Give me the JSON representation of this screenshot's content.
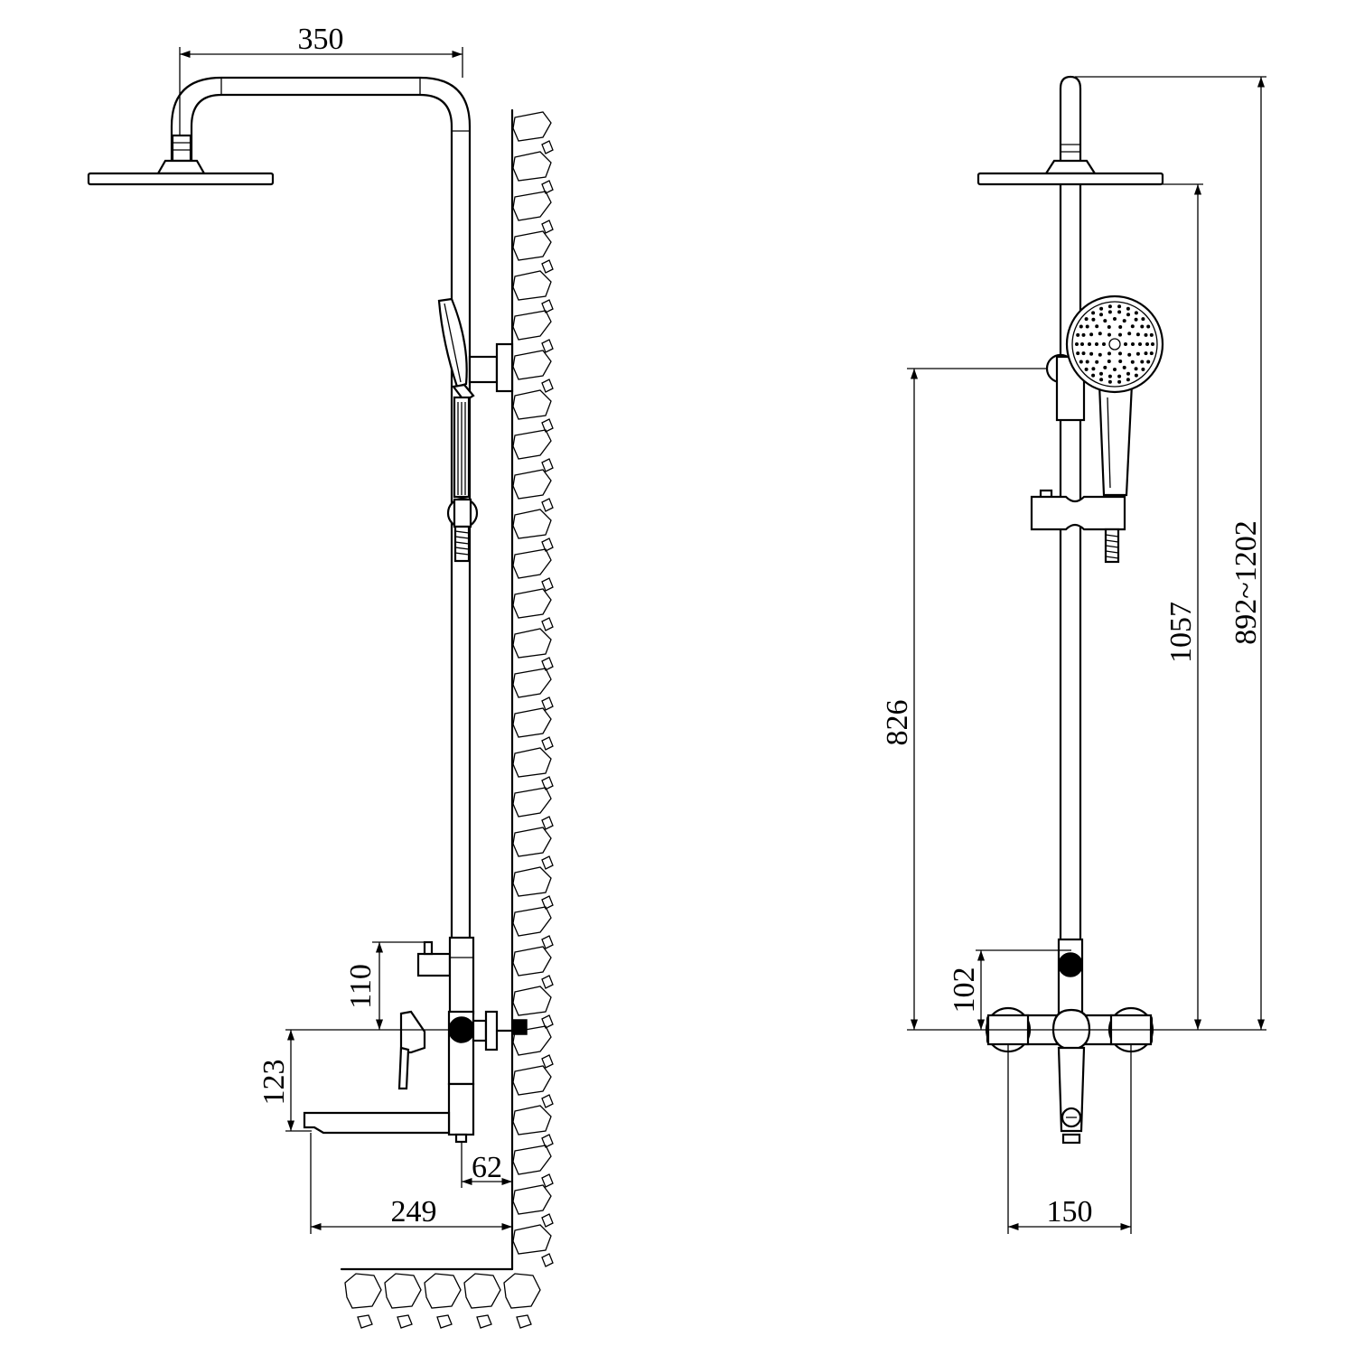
{
  "side_view": {
    "dimensions": {
      "head_arm_reach": "350",
      "diverter_height": "110",
      "spout_drop": "123",
      "wall_to_body": "62",
      "spout_projection": "249"
    }
  },
  "front_view": {
    "dimensions": {
      "mixer_to_holder": "102",
      "mixer_to_slide": "826",
      "mixer_to_head": "1057",
      "overall_height_range": "892~1202",
      "inlet_centres": "150"
    }
  }
}
